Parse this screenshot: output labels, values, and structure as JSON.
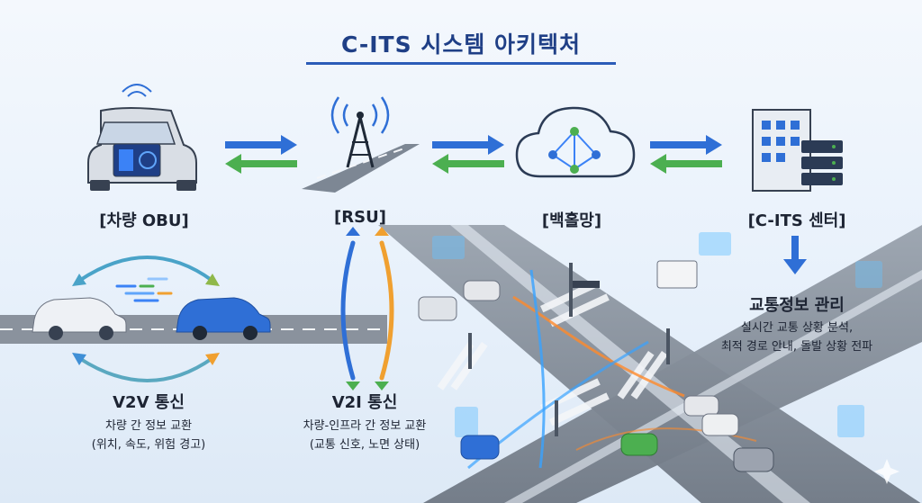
{
  "title": "C-ITS 시스템 아키텍처",
  "nodes": {
    "obu": "[차량 OBU]",
    "rsu": "[RSU]",
    "backhaul": "[백홀망]",
    "center": "[C-ITS 센터]"
  },
  "traffic_mgmt": {
    "title": "교통정보 관리",
    "line1": "실시간 교통 상황 분석,",
    "line2": "최적 경로 안내, 돌발 상황 전파"
  },
  "v2v": {
    "title": "V2V 통신",
    "line1": "차량 간 정보 교환",
    "line2": "(위치, 속도, 위험 경고)"
  },
  "v2i": {
    "title": "V2I 통신",
    "line1": "차량-인프라 간 정보 교환",
    "line2": "(교통 신호, 노면 상태)"
  },
  "colors": {
    "title": "#1f3f86",
    "arrow_blue": "#2f6fd6",
    "arrow_green": "#4caf50",
    "arrow_orange": "#f0a030",
    "road": "#7d8794"
  }
}
